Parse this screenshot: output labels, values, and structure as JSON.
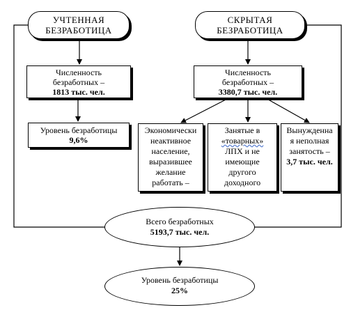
{
  "left": {
    "header": [
      "УЧТЕННАЯ",
      "БЕЗРАБОТИЦА"
    ],
    "count_box": {
      "line1": "Численность",
      "line2": "безработных –",
      "value": "1813 тыс. чел."
    },
    "rate_box": {
      "line1": "Уровень безработицы",
      "value": "9,6%"
    }
  },
  "right": {
    "header": [
      "СКРЫТАЯ",
      "БЕЗРАБОТИЦА"
    ],
    "count_box": {
      "line1": "Численность",
      "line2": "безработных –",
      "value": "3380,7 тыс. чел."
    },
    "sub_boxes": [
      {
        "lines": [
          "Экономически",
          "неактивное",
          "население,",
          "выразившее",
          "желание",
          "работать –"
        ]
      },
      {
        "pre": "Занятые в",
        "quoted": "«товарных»",
        "post": [
          "ЛПХ и не",
          "имеющие",
          "другого",
          "доходного"
        ]
      },
      {
        "lines": [
          "Вынужденна",
          "я неполная",
          "занятость –"
        ],
        "value": "3,7 тыс. чел."
      }
    ]
  },
  "total": {
    "line1": "Всего безработных",
    "value": "5193,7 тыс. чел."
  },
  "overall_rate": {
    "line1": "Уровень безработицы",
    "value": "25%"
  }
}
